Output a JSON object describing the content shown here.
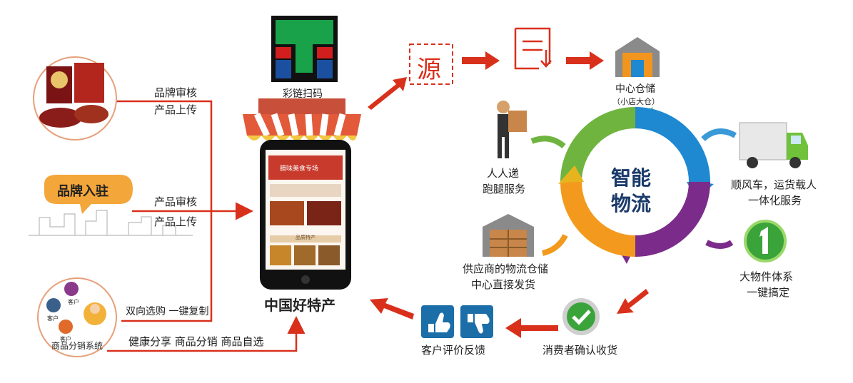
{
  "left": {
    "brand_review": "品牌审核",
    "product_upload_1": "产品上传",
    "brand_join": "品牌入驻",
    "product_review": "产品审核",
    "product_upload_2": "产品上传",
    "two_way": "双向选购 一键复制",
    "share_line": "健康分享 商品分销 商品自选",
    "dist_system": "商品分销系统",
    "customer": "客户"
  },
  "center": {
    "qr_label": "彩链扫码",
    "brand_title": "中国好特产",
    "screen_banner": "腊味美食专场",
    "screen_section": "品质特产"
  },
  "flow": {
    "source_char": "源",
    "warehouse": "中心仓储",
    "warehouse_sub": "（小店大仓）",
    "ring_text_1": "智能",
    "ring_text_2": "物流",
    "courier_1": "人人递",
    "courier_2": "跑腿服务",
    "truck_1": "顺风车，运货载人",
    "truck_2": "一体化服务",
    "supplier_1": "供应商的物流仓储",
    "supplier_2": "中心直接发货",
    "bulky_1": "大物件体系",
    "bulky_2": "一键搞定",
    "confirm": "消费者确认收货",
    "feedback": "客户评价反馈"
  },
  "colors": {
    "arrow_red": "#d9301c",
    "ring_green": "#6fb43f",
    "ring_blue": "#1e88d0",
    "ring_purple": "#7b2c8a",
    "ring_orange": "#f39a1e",
    "thumb_blue": "#1b6ea8",
    "check_green": "#3aa43a"
  }
}
